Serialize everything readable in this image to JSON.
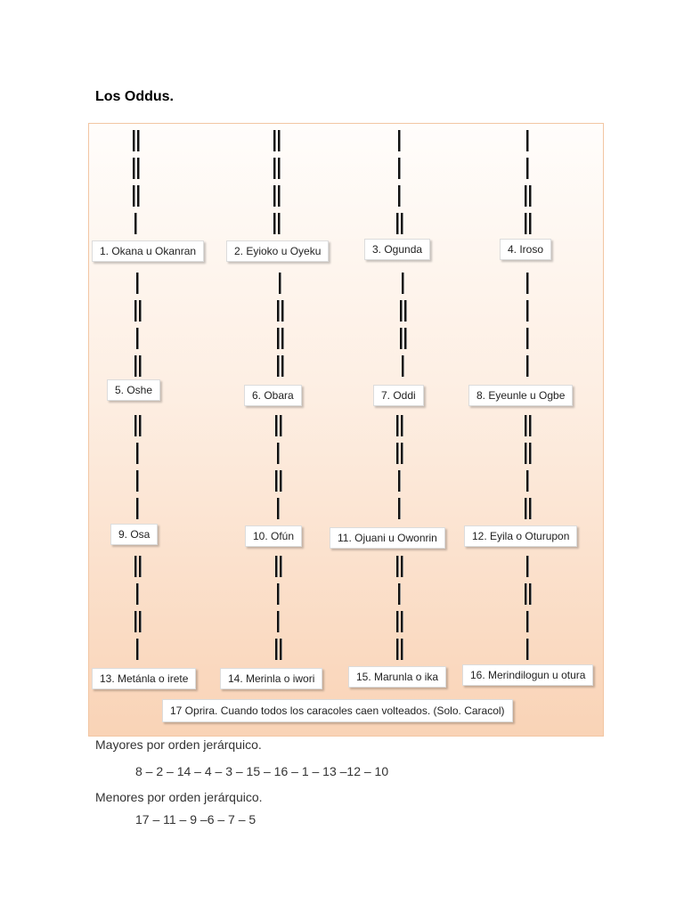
{
  "page": {
    "title": "Los Oddus."
  },
  "oddus": [
    {
      "label": "1. Okana u Okanran",
      "marks": [
        2,
        2,
        2,
        1
      ]
    },
    {
      "label": "2. Eyioko u Oyeku",
      "marks": [
        2,
        2,
        2,
        2
      ]
    },
    {
      "label": "3. Ogunda",
      "marks": [
        1,
        1,
        1,
        2
      ]
    },
    {
      "label": "4. Iroso",
      "marks": [
        1,
        1,
        2,
        2
      ]
    },
    {
      "label": "5. Oshe",
      "marks": [
        1,
        2,
        1,
        2
      ]
    },
    {
      "label": "6. Obara",
      "marks": [
        1,
        2,
        2,
        2
      ]
    },
    {
      "label": "7. Oddi",
      "marks": [
        1,
        2,
        2,
        1
      ]
    },
    {
      "label": "8. Eyeunle u Ogbe",
      "marks": [
        1,
        1,
        1,
        1
      ]
    },
    {
      "label": "9. Osa",
      "marks": [
        2,
        1,
        1,
        1
      ]
    },
    {
      "label": "10. Ofún",
      "marks": [
        2,
        1,
        2,
        1
      ]
    },
    {
      "label": "11. Ojuani u Owonrin",
      "marks": [
        2,
        2,
        1,
        1
      ]
    },
    {
      "label": "12. Eyila o Oturupon",
      "marks": [
        2,
        2,
        1,
        2
      ]
    },
    {
      "label": "13. Metánla o irete",
      "marks": [
        2,
        1,
        2,
        1
      ]
    },
    {
      "label": "14. Merinla o iwori",
      "marks": [
        2,
        1,
        1,
        2
      ]
    },
    {
      "label": "15. Marunla o ika",
      "marks": [
        2,
        1,
        2,
        2
      ]
    },
    {
      "label": "16. Merindilogun u otura",
      "marks": [
        1,
        2,
        1,
        1
      ]
    }
  ],
  "odu17": {
    "label": "17 Oprira. Cuando todos los caracoles caen volteados. (Solo. Caracol)"
  },
  "mayores": {
    "heading": "Mayores por orden jerárquico.",
    "sequence": "8 – 2 – 14 – 4 – 3 – 15 – 16 – 1 – 13 –12 – 10"
  },
  "menores": {
    "heading": "Menores por orden jerárquico.",
    "sequence": "17 – 11 – 9 –6 – 7 – 5"
  }
}
